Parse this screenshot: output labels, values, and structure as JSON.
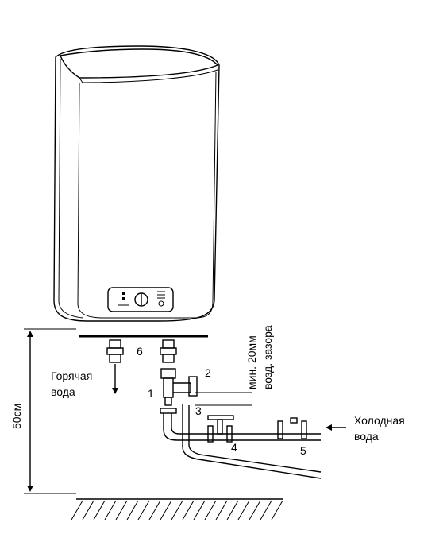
{
  "callouts": {
    "c1": "1",
    "c2": "2",
    "c3": "3",
    "c4": "4",
    "c5": "5",
    "c6": "6"
  },
  "labels": {
    "hot_water_line1": "Горячая",
    "hot_water_line2": "вода",
    "cold_water_line1": "Холодная",
    "cold_water_line2": "вода",
    "air_gap_line1": "мин. 20мм",
    "air_gap_line2": "возд. зазора",
    "height": "50см"
  }
}
